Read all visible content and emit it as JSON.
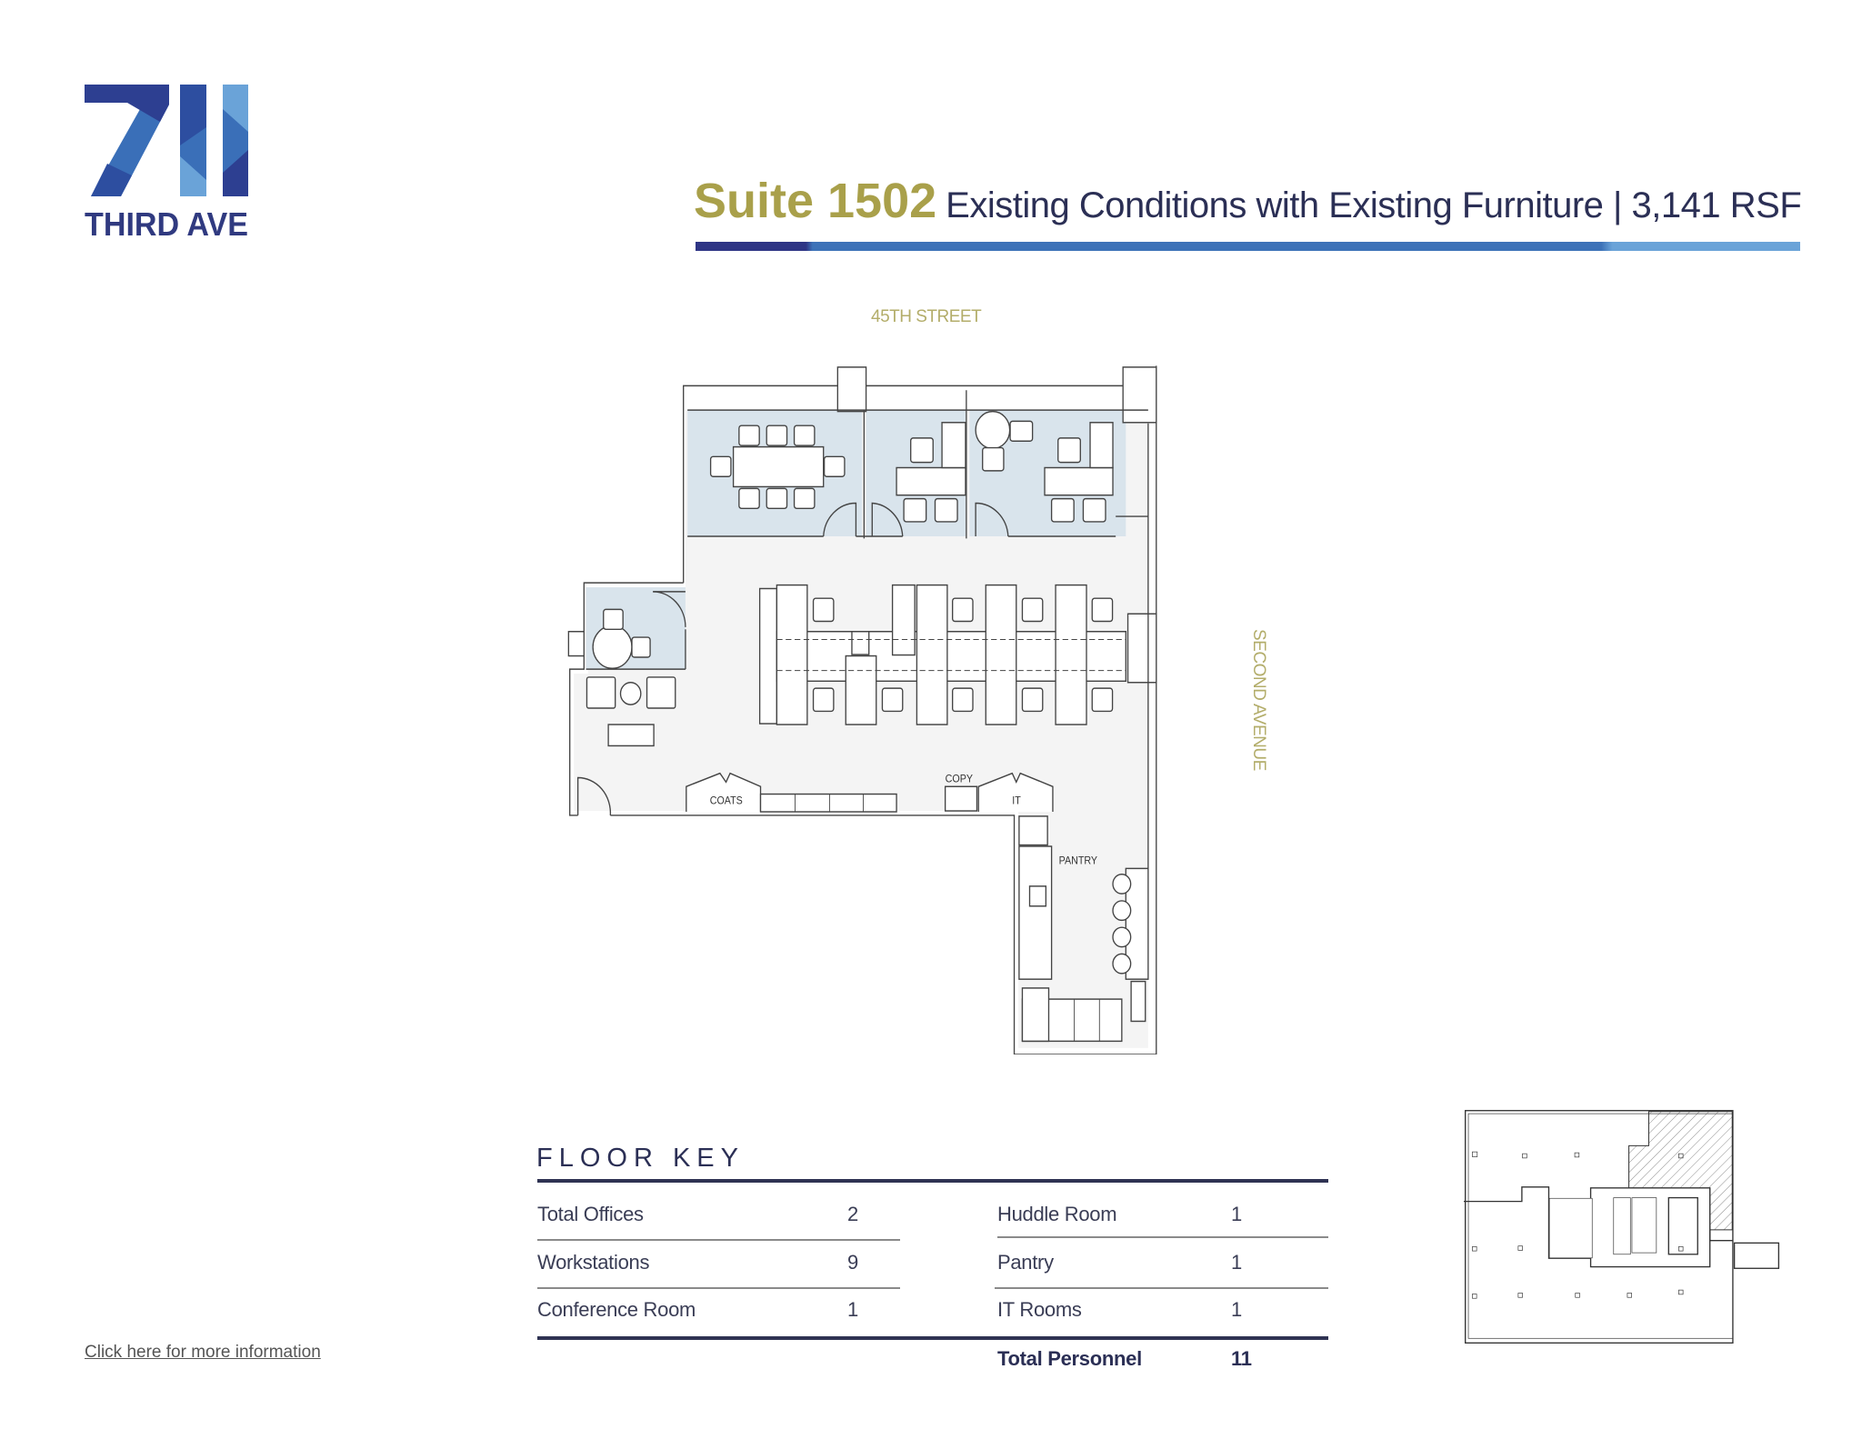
{
  "logo": {
    "number": "711",
    "name": "THIRD AVE",
    "colors": [
      "#2d3f91",
      "#3a6fb8",
      "#6aa3d8"
    ]
  },
  "header": {
    "suite": "Suite 1502",
    "subtitle": "Existing Conditions with Existing Furniture | 3,141 RSF",
    "accent_color": "#a9a04a"
  },
  "plan": {
    "north_street": "45TH STREET",
    "east_street": "SECOND AVENUE",
    "labels": {
      "coats": "COATS",
      "copy": "COPY",
      "it": "IT",
      "pantry": "PANTRY"
    },
    "room_color": "#d9e4ec"
  },
  "floor_key": {
    "title": "FLOOR KEY",
    "left": [
      {
        "label": "Total Offices",
        "value": "2"
      },
      {
        "label": "Workstations",
        "value": "9"
      },
      {
        "label": "Conference Room",
        "value": "1"
      }
    ],
    "right": [
      {
        "label": "Huddle Room",
        "value": "1"
      },
      {
        "label": "Pantry",
        "value": "1"
      },
      {
        "label": "IT Rooms",
        "value": "1"
      }
    ],
    "total": {
      "label": "Total Personnel",
      "value": "11"
    }
  },
  "link": {
    "text": "Click here for more information"
  }
}
